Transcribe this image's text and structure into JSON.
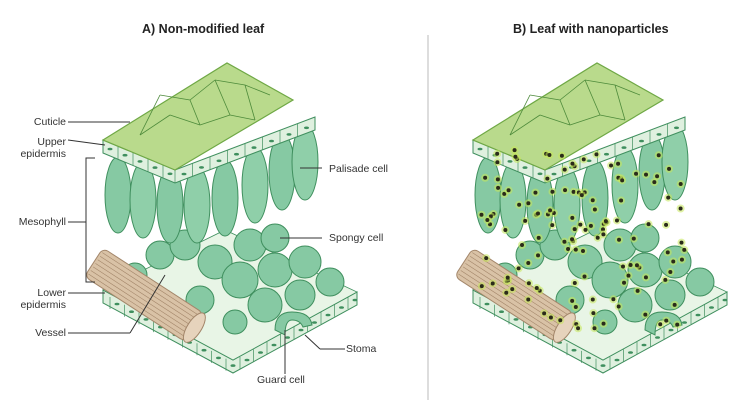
{
  "panels": [
    {
      "title": "A) Non-modified leaf",
      "nanoparticles": false
    },
    {
      "title": "B) Leaf with nanoparticles",
      "nanoparticles": true
    }
  ],
  "labels": {
    "cuticle": "Cuticle",
    "upper_epidermis_1": "Upper",
    "upper_epidermis_2": "epidermis",
    "mesophyll": "Mesophyll",
    "lower_epidermis_1": "Lower",
    "lower_epidermis_2": "epidermis",
    "vessel": "Vessel",
    "palisade_cell": "Palisade cell",
    "spongy_cell": "Spongy cell",
    "stoma": "Stoma",
    "guard_cell": "Guard cell"
  },
  "colors": {
    "cuticle": "#b9da8c",
    "epidermis": "#dff0df",
    "cell": "#86c9a3",
    "cell_stroke": "#3f8f5e",
    "vessel": "#d9c2a6",
    "nanoparticle": "#2b2b1a",
    "glow": "#c6e85a"
  }
}
